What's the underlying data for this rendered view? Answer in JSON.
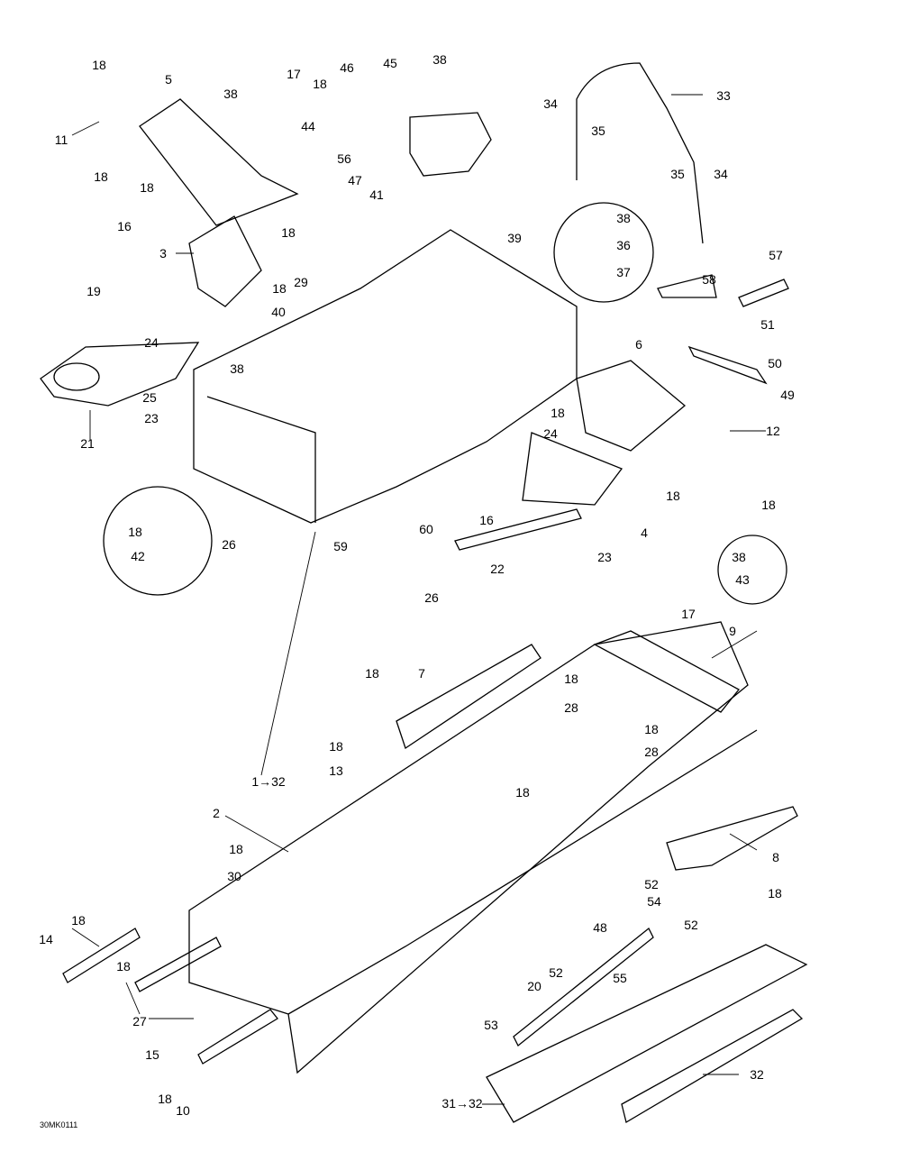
{
  "diagram_code": "30MK0111",
  "callouts": [
    "18",
    "5",
    "38",
    "17",
    "18",
    "46",
    "45",
    "38",
    "33",
    "34",
    "35",
    "11",
    "44",
    "56",
    "47",
    "41",
    "18",
    "18",
    "35",
    "34",
    "16",
    "18",
    "3",
    "39",
    "38",
    "36",
    "37",
    "58",
    "57",
    "19",
    "18",
    "29",
    "40",
    "51",
    "24",
    "6",
    "50",
    "38",
    "25",
    "49",
    "23",
    "21",
    "18",
    "24",
    "12",
    "18",
    "18",
    "16",
    "4",
    "18",
    "60",
    "59",
    "42",
    "26",
    "23",
    "22",
    "38",
    "43",
    "26",
    "17",
    "9",
    "18",
    "7",
    "18",
    "28",
    "18",
    "18",
    "13",
    "28",
    "1→32",
    "18",
    "2",
    "8",
    "18",
    "30",
    "52",
    "54",
    "18",
    "18",
    "14",
    "52",
    "48",
    "18",
    "52",
    "55",
    "20",
    "27",
    "53",
    "15",
    "32",
    "18",
    "10",
    "31→32"
  ]
}
